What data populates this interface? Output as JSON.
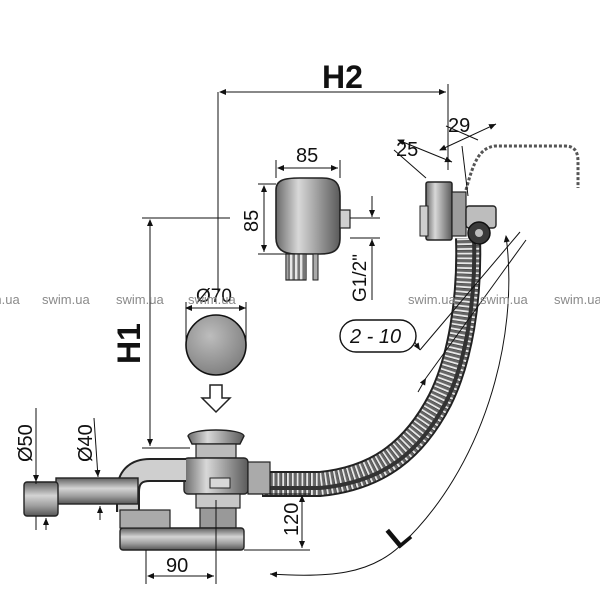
{
  "dimensions": {
    "h2": "H2",
    "h1": "H1",
    "l": "L",
    "d29": "29",
    "d25": "25",
    "d85_w": "85",
    "d85_h": "85",
    "g12": "G1/2\"",
    "d70": "Ø70",
    "range": "2 - 10",
    "d50": "Ø50",
    "d40": "Ø40",
    "d120": "120",
    "d90": "90"
  },
  "watermark": {
    "text": "swim.ua",
    "count": 7
  },
  "colors": {
    "metal_dark": "#5a5a5a",
    "metal_mid": "#9a9a9a",
    "metal_light": "#d4d4d4",
    "line": "#111111",
    "watermark": "#8a8a8a"
  }
}
